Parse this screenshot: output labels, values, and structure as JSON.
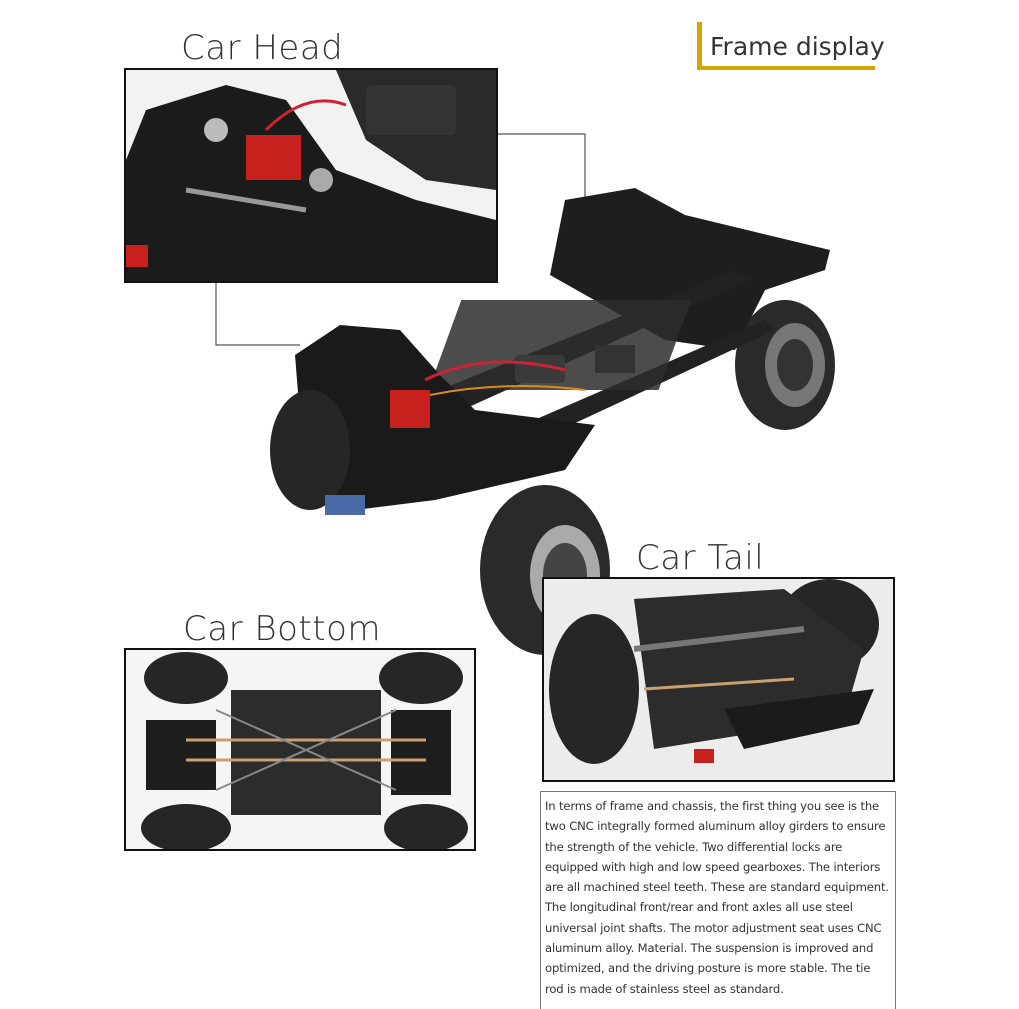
{
  "labels": {
    "car_head": "Car Head",
    "frame_display": "Frame display",
    "car_tail": "Car Tail",
    "car_bottom": "Car Bottom"
  },
  "description": "In terms of frame and chassis, the first thing you see is the two CNC integrally formed aluminum alloy girders to ensure the strength of the vehicle. Two differential locks are equipped with high and low speed gearboxes. The interiors are all machined steel teeth. These are standard equipment. The longitudinal front/rear and front axles all use steel universal joint shafts. The motor adjustment seat uses CNC aluminum alloy. Material. The suspension is improved and optimized, and the driving posture is more stable. The tie rod is made of stainless steel as standard.",
  "colors": {
    "accent_gold": "#d4a400",
    "heatsink_red": "#c8201c",
    "frame_black": "#1c1c1c"
  }
}
